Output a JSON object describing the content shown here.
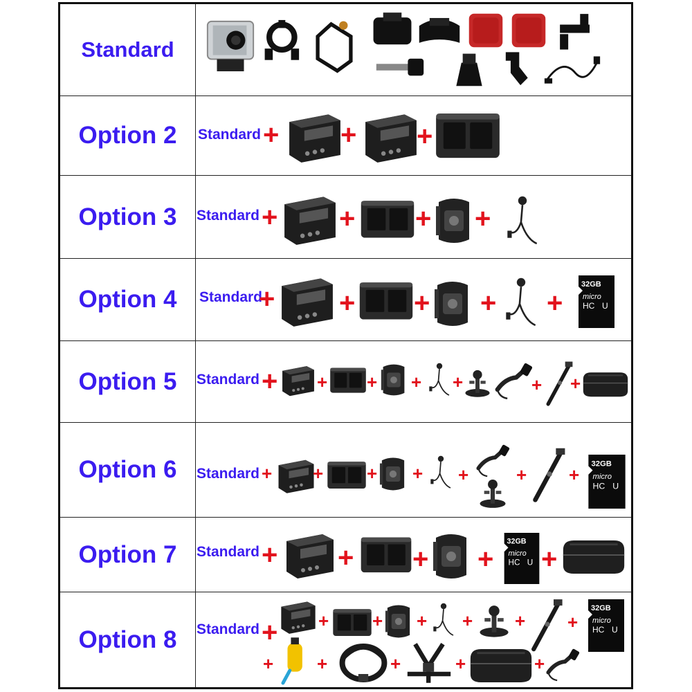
{
  "colors": {
    "label": "#3b1cf0",
    "plus": "#e2131d",
    "border": "#111111"
  },
  "rows": [
    {
      "label": "Standard"
    },
    {
      "label": "Option 2",
      "inline": "Standard"
    },
    {
      "label": "Option 3",
      "inline": "Standard"
    },
    {
      "label": "Option 4",
      "inline": "Standard"
    },
    {
      "label": "Option 5",
      "inline": "Standard"
    },
    {
      "label": "Option 6",
      "inline": "Standard"
    },
    {
      "label": "Option 7",
      "inline": "Standard"
    },
    {
      "label": "Option 8",
      "inline": "Standard"
    }
  ],
  "plus_symbol": "+",
  "sd_card": {
    "capacity": "32GB",
    "brand": "micro"
  },
  "icons": [
    "waterproof-case-icon",
    "handlebar-mount-icon",
    "frame-mount-icon",
    "flat-mount-icon",
    "curved-mount-icon",
    "adhesive-pad-icon",
    "pivot-arm-icon",
    "screw-icon",
    "tripod-mount-icon",
    "j-hook-icon",
    "usb-cable-icon",
    "battery-icon",
    "dual-charger-icon",
    "wrist-remote-icon",
    "microphone-icon",
    "micro-sd-card-icon",
    "suction-cup-mount-icon",
    "car-charger-icon",
    "selfie-stick-icon",
    "carry-case-icon",
    "floating-grip-icon",
    "head-strap-icon",
    "chest-harness-icon"
  ]
}
